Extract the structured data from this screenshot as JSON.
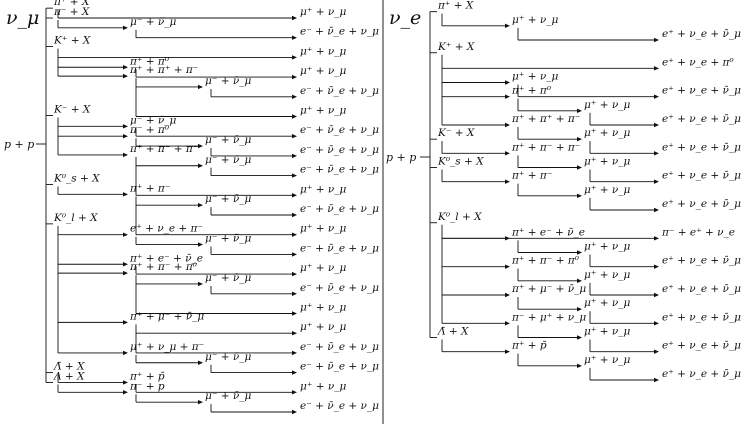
{
  "title_left": "ν_μ",
  "title_right": "ν_e",
  "source_left": "p + p",
  "source_right": "p + p",
  "left": [
    {
      "label": "π⁺ + X",
      "children": [
        {
          "label": "μ⁺ + ν_μ",
          "children": []
        }
      ]
    },
    {
      "label": "π⁻ + X",
      "children": [
        {
          "label": "μ⁻ + ν̄_μ",
          "children": [
            {
              "label": "e⁻ + ν̄_e + ν_μ",
              "children": []
            }
          ]
        }
      ]
    },
    {
      "label": "K⁺ + X",
      "children": [
        {
          "label": "μ⁺ + ν_μ",
          "children": []
        },
        {
          "label": "π⁺ + π⁰",
          "children": [
            {
              "label": "μ⁺ + ν_μ",
              "children": []
            }
          ]
        },
        {
          "label": "π⁺ + π⁺ + π⁻",
          "children": [
            {
              "label": "μ⁻ + ν̄_μ",
              "children": [
                {
                  "label": "e⁻ + ν̄_e + ν_μ",
                  "children": []
                }
              ]
            },
            {
              "label": "μ⁺ + ν_μ",
              "children": []
            }
          ]
        }
      ]
    },
    {
      "label": "K⁻ + X",
      "children": [
        {
          "label": "μ⁻ + ν̄_μ",
          "children": [
            {
              "label": "e⁻ + ν̄_e + ν_μ",
              "children": []
            }
          ]
        },
        {
          "label": "π⁻ + π⁰",
          "children": [
            {
              "label": "μ⁻ + ν̄_μ",
              "children": [
                {
                  "label": "e⁻ + ν̄_e + ν_μ",
                  "children": []
                }
              ]
            }
          ]
        },
        {
          "label": "π⁺ + π⁻ + π⁻",
          "children": [
            {
              "label": "μ⁻ + ν̄_μ",
              "children": [
                {
                  "label": "e⁻ + ν̄_e + ν_μ",
                  "children": []
                }
              ]
            },
            {
              "label": "μ⁺ + ν_μ",
              "children": []
            }
          ]
        }
      ]
    },
    {
      "label": "K⁰_s + X",
      "children": [
        {
          "label": "π⁺ + π⁻",
          "children": [
            {
              "label": "μ⁻ + ν̄_μ",
              "children": [
                {
                  "label": "e⁻ + ν̄_e + ν_μ",
                  "children": []
                }
              ]
            },
            {
              "label": "μ⁺ + ν_μ",
              "children": []
            }
          ]
        }
      ]
    },
    {
      "label": "K⁰_l + X",
      "children": [
        {
          "label": "e⁺ + ν_e + π⁻",
          "children": [
            {
              "label": "μ⁻ + ν̄_μ",
              "children": [
                {
                  "label": "e⁻ + ν̄_e + ν_μ",
                  "children": []
                }
              ]
            }
          ]
        },
        {
          "label": "π⁺ + e⁻ + ν̄_e",
          "children": [
            {
              "label": "μ⁺ + ν_μ",
              "children": []
            }
          ]
        },
        {
          "label": "π⁺ + π⁻ + π⁰",
          "children": [
            {
              "label": "μ⁻ + ν̄_μ",
              "children": [
                {
                  "label": "e⁻ + ν̄_e + ν_μ",
                  "children": []
                }
              ]
            },
            {
              "label": "μ⁺ + ν_μ",
              "children": []
            }
          ]
        },
        {
          "label": "π⁺ + μ⁻ + ν̄_μ",
          "children": [
            {
              "label": "μ⁺ + ν_μ",
              "children": []
            },
            {
              "label": "e⁻ + ν̄_e + ν_μ",
              "children": []
            }
          ]
        },
        {
          "label": "μ⁺ + ν_μ + π⁻",
          "children": [
            {
              "label": "μ⁻ + ν̄_μ",
              "children": [
                {
                  "label": "e⁻ + ν̄_e + ν_μ",
                  "children": []
                }
              ]
            }
          ]
        }
      ]
    },
    {
      "label": "Λ̄ + X",
      "children": [
        {
          "label": "π⁺ + p̄",
          "children": [
            {
              "label": "μ⁺ + ν_μ",
              "children": []
            }
          ]
        }
      ]
    },
    {
      "label": "Λ + X",
      "children": [
        {
          "label": "π⁻ + p",
          "children": [
            {
              "label": "μ⁻ + ν̄_μ",
              "children": [
                {
                  "label": "e⁻ + ν̄_e + ν_μ",
                  "children": []
                }
              ]
            }
          ]
        }
      ]
    }
  ],
  "right": [
    {
      "label": "π⁺ + X",
      "children": [
        {
          "label": "μ⁺ + ν_μ",
          "children": [
            {
              "label": "e⁺ + ν_e + ν̄_μ",
              "children": []
            }
          ]
        }
      ]
    },
    {
      "label": "K⁺ + X",
      "children": [
        {
          "label": "e⁺ + ν_e + π⁰",
          "children": []
        },
        {
          "label": "μ⁺ + ν_μ",
          "children": [
            {
              "label": "e⁺ + ν_e + ν̄_μ",
              "children": []
            }
          ]
        },
        {
          "label": "π⁺ + π⁰",
          "children": [
            {
              "label": "μ⁺ + ν_μ",
              "children": [
                {
                  "label": "e⁺ + ν_e + ν̄_μ",
                  "children": []
                }
              ]
            }
          ]
        },
        {
          "label": "π⁺ + π⁺ + π⁻",
          "children": [
            {
              "label": "μ⁺ + ν_μ",
              "children": [
                {
                  "label": "e⁺ + ν_e + ν̄_μ",
                  "children": []
                }
              ]
            }
          ]
        }
      ]
    },
    {
      "label": "K⁻ + X",
      "children": [
        {
          "label": "π⁺ + π⁻ + π⁻",
          "children": [
            {
              "label": "μ⁺ + ν_μ",
              "children": [
                {
                  "label": "e⁺ + ν_e + ν̄_μ",
                  "children": []
                }
              ]
            }
          ]
        }
      ]
    },
    {
      "label": "K⁰_s + X",
      "children": [
        {
          "label": "π⁺ + π⁻",
          "children": [
            {
              "label": "μ⁺ + ν_μ",
              "children": [
                {
                  "label": "e⁺ + ν_e + ν̄_μ",
                  "children": []
                }
              ]
            }
          ]
        }
      ]
    },
    {
      "label": "K⁰_l + X",
      "children": [
        {
          "label": "π⁻ + e⁺ + ν_e",
          "children": []
        },
        {
          "label": "π⁺ + e⁻ + ν̄_e",
          "children": [
            {
              "label": "μ⁺ + ν_μ",
              "children": [
                {
                  "label": "e⁺ + ν_e + ν̄_μ",
                  "children": []
                }
              ]
            }
          ]
        },
        {
          "label": "π⁺ + π⁻ + π⁰",
          "children": [
            {
              "label": "μ⁺ + ν_μ",
              "children": [
                {
                  "label": "e⁺ + ν_e + ν̄_μ",
                  "children": []
                }
              ]
            }
          ]
        },
        {
          "label": "π⁺ + μ⁻ + ν̄_μ",
          "children": [
            {
              "label": "μ⁺ + ν_μ",
              "children": [
                {
                  "label": "e⁺ + ν_e + ν̄_μ",
                  "children": []
                }
              ]
            }
          ]
        },
        {
          "label": "π⁻ + μ⁺ + ν_μ",
          "children": [
            {
              "label": "μ⁺ + ν_μ",
              "children": [
                {
                  "label": "e⁺ + ν_e + ν̄_μ",
                  "children": []
                }
              ]
            }
          ]
        }
      ]
    },
    {
      "label": "Λ̄ + X",
      "children": [
        {
          "label": "π⁺ + p̄",
          "children": [
            {
              "label": "μ⁺ + ν_μ",
              "children": [
                {
                  "label": "e⁺ + ν_e + ν̄_μ",
                  "children": []
                }
              ]
            }
          ]
        }
      ]
    }
  ]
}
